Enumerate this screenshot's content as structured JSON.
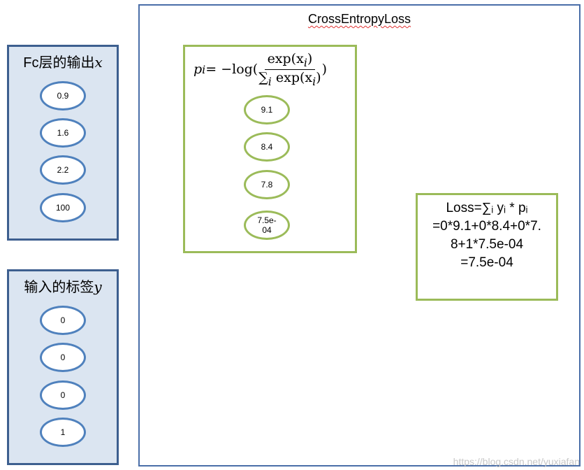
{
  "fc_output": {
    "title": "Fc层的输出",
    "var": "x",
    "values": [
      "0.9",
      "1.6",
      "2.2",
      "100"
    ]
  },
  "labels": {
    "title": "输入的标签",
    "var": "y",
    "values": [
      "0",
      "0",
      "0",
      "1"
    ]
  },
  "main": {
    "title": "CrossEntropyLoss"
  },
  "formula": {
    "lhs": "p",
    "lhs_sub": "i",
    "eq": " = −log(",
    "numerator": "exp(x",
    "num_sub": "i",
    "num_close": ")",
    "denominator": "∑",
    "den_sub": "i",
    "den_rest": " exp(x",
    "den_sub2": "i",
    "den_close": ")",
    "close": ")",
    "values": [
      "9.1",
      "8.4",
      "7.8",
      "7.5e-04"
    ]
  },
  "loss": {
    "lines": [
      "Loss=∑ᵢ yᵢ * pᵢ",
      "=0*9.1+0*8.4+0*7.",
      "8+1*7.5e-04",
      "=7.5e-04"
    ]
  },
  "watermark": "https://blog.csdn.net/yuxiafan",
  "colors": {
    "blue_border": "#4f81bd",
    "side_fill": "#dbe5f1",
    "green_border": "#9bbb59",
    "main_border": "#4a6ea8"
  }
}
